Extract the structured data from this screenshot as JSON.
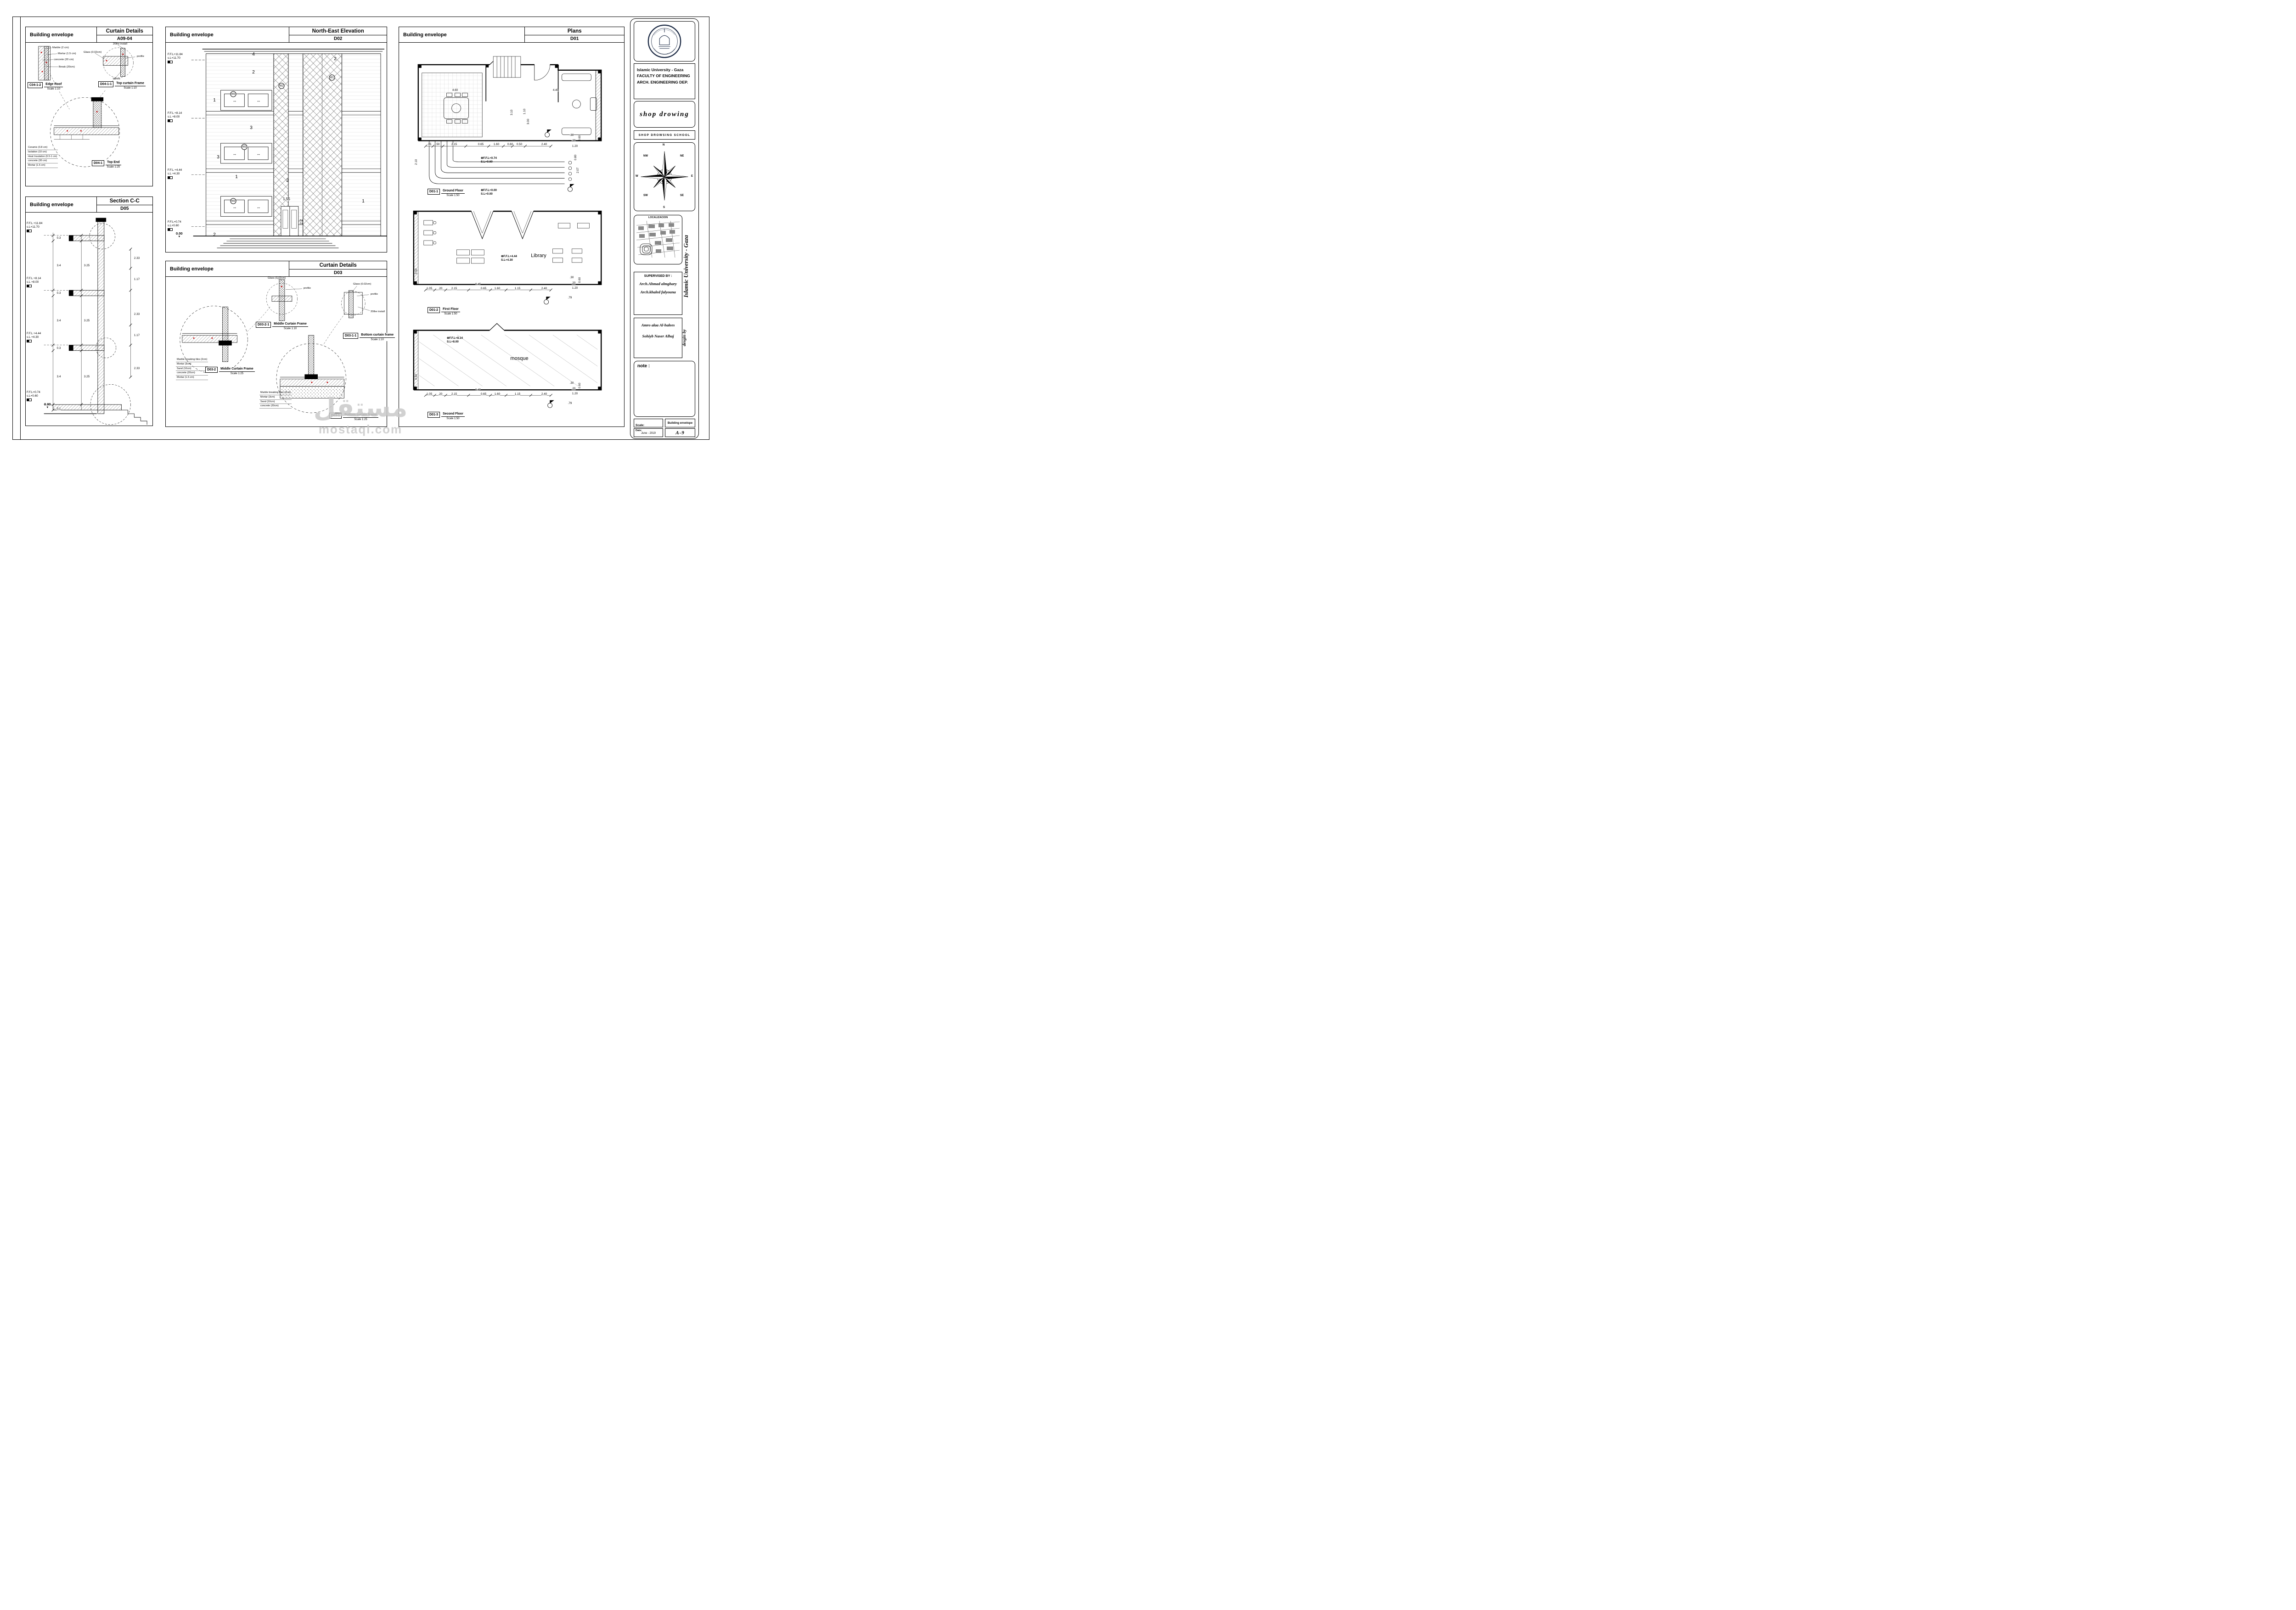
{
  "colors": {
    "line": "#000000",
    "accent_red": "#c00000",
    "watermark_gray": "#c9c9c9"
  },
  "icons": {
    "window_arrow": "↔",
    "datum_triangle": "▼",
    "benchmark": "⊕"
  },
  "watermark": {
    "arabic": "مستقل",
    "latin": "mostaql.com"
  },
  "common": {
    "envelope": "Building envelope"
  },
  "curtain_a09": {
    "title": "Curtain Details",
    "code": "A09-04",
    "callouts": {
      "marble": "Marble (2 cm)",
      "mortar": "Mortar (1.5 cm)",
      "concrete": "concrete  (20 cm)",
      "break": "Break (20cm)",
      "install": "20the install",
      "profile": "profile",
      "glass": "Glass (0.02cm)",
      "lathes": "lathes"
    },
    "tags": {
      "edge_roof": {
        "code": "C04-1-2",
        "name": "Edge Roof",
        "scale": "Scale 1:10"
      },
      "top_frame": {
        "code": "D04-1-1",
        "name": "Top curtain Frame",
        "scale": "Scale 1:10"
      },
      "top_end": {
        "code": "D04-1",
        "name": "Top End",
        "scale": "Scale 1:25"
      }
    },
    "materials": [
      "Ceramic (0.8 cm)",
      "Isolation (10 cm)",
      "Heat Insulation (0.5-1 cm)",
      "concrete (30 cm)",
      "Mortar (1.5 cm)"
    ]
  },
  "section_d05": {
    "title": "Section C-C",
    "code": "D05",
    "levels": [
      {
        "ffl": "F.F.L +11.84",
        "sl": "s.L+11.70"
      },
      {
        "ffl": "F.F.L +8.14",
        "sl": "s.L +8.00"
      },
      {
        "ffl": "F.F.L +4.44",
        "sl": "s.L +4.30"
      },
      {
        "ffl": "F.F.L+0.74",
        "sl": "s.L+0.60"
      }
    ],
    "zero": "0.00",
    "dims_left": [
      "0.3",
      "3.4",
      "0.3",
      "3.4",
      "0.3",
      "3.4",
      "0.1"
    ],
    "dims_mid": [
      "3.25",
      "3.25",
      "3.25"
    ],
    "dims_right": [
      "2.33",
      "1.17",
      "2.33",
      "1.17",
      "2.33"
    ]
  },
  "elevation_d02": {
    "title": "North-East Elevation",
    "code": "D02",
    "levels": [
      {
        "ffl": "F.F.L+11.84",
        "sl": "s.L+11.70"
      },
      {
        "ffl": "F.F.L +8.14",
        "sl": "s.L +8.00"
      },
      {
        "ffl": "F.F.L +4.44",
        "sl": "s.L +4.30"
      },
      {
        "ffl": "F.F.L+0.74",
        "sl": "s.L+0.60"
      }
    ],
    "zero": "0.00",
    "marks": [
      "4",
      "2",
      "2",
      "1",
      "3",
      "3",
      "3",
      "1",
      "1",
      "2"
    ],
    "windows": [
      "W1",
      "W2",
      "W3",
      "W3",
      "W3"
    ],
    "door_width": "1,55",
    "door_height": "2.2"
  },
  "curtain_d03": {
    "title": "Curtain Details",
    "code": "D03",
    "callouts": {
      "glass_mid": "Glass (0.02cm)",
      "profile_mid": "profile",
      "glass_bot": "Glass (0.02cm)",
      "profile_bot": "profile",
      "install_bot": "20the install"
    },
    "tags": {
      "mid_frame_10": {
        "code": "D03-2-1",
        "name": "Middle Curtain Frame",
        "scale": "Scale 1:10"
      },
      "mid_frame_25": {
        "code": "D03-2",
        "name": "Middle Curtain Frame",
        "scale": "Scale 1:25"
      },
      "bot_frame_10": {
        "code": "D03-1-1",
        "name": "Bottom curtain frame",
        "scale": "Scale 1:10"
      },
      "bot_frame_25": {
        "code": "D03-1",
        "name": "Bottom curtain frame",
        "scale": "Scale 1:25"
      }
    },
    "materials_mid": [
      "Marble breaking tiles (2cm)",
      "Mortar (3cm)",
      "Sand (10cm)",
      "concrete (20cm)",
      "Mortar (1.5 cm)"
    ],
    "materials_bot": [
      "Marble breaking tiles (2cm)",
      "Mortar (3cm)",
      "Sand (10cm)",
      "concrete (20cm)"
    ]
  },
  "plans_d01": {
    "title": "Plans",
    "code": "D01",
    "ground": {
      "tag": {
        "code": "D01-1",
        "name": "Ground Floor",
        "scale": "Scale 1:50"
      },
      "level_a": {
        "ffl": "F.F.L+0.74",
        "sl": "S.L+0.60"
      },
      "level_b": {
        "ffl": "F.F.L+0.00",
        "sl": "S.L+0.00"
      },
      "dims_top": [
        "4.60",
        "4.40"
      ],
      "dims_vertical": [
        "2.10",
        "3.10",
        "1.10",
        "3.00"
      ],
      "dims_bottom": [
        ".05",
        ".50",
        "2.15",
        "0.65",
        "1.60",
        "0.60",
        "0.50",
        "2.40"
      ],
      "dims_right": [
        ".30",
        ".20",
        "0.60",
        "1.20",
        "0.80",
        "2.07"
      ]
    },
    "first": {
      "tag": {
        "code": "D01-2",
        "name": "First Floor",
        "scale": "Scale 1:50"
      },
      "room": "Library",
      "level": {
        "ffl": "F.F.L+4.44",
        "sl": "S.L+4.30"
      },
      "dims_bottom": [
        "1.05",
        ".20",
        "2.15",
        "0.45",
        "0.65",
        "1.60",
        "1.15",
        "2.40"
      ],
      "dims_left": [
        "0.50"
      ],
      "dims_right": [
        ".30",
        ".20",
        "0.60",
        "1.20",
        ".79"
      ]
    },
    "second": {
      "tag": {
        "code": "D01-3",
        "name": "Second Floor",
        "scale": "Scale 1:50"
      },
      "room": "mosque",
      "level": {
        "ffl": "F.F.L+8.14",
        "sl": "S.L+8.00"
      },
      "dims_bottom": [
        "1.05",
        ".20",
        "2.15",
        "0.45",
        "0.65",
        "1.60",
        "1.15",
        "2.40"
      ],
      "dims_left": [
        "0.50"
      ],
      "dims_right": [
        ".30",
        ".20",
        "0.60",
        "1.20",
        ".79"
      ]
    }
  },
  "titleblock": {
    "university": "Islamic University - Gaza",
    "faculty": "FACULTY OF ENGINEERING",
    "department": "ARCH. ENGINEERING DEP.",
    "shop_drawing": "shop drowing",
    "school": "SHOP DROWSING SCHOOL",
    "localization": "LOCALIZACION",
    "vertical_title": "Islamic University - Gaza",
    "supervised_by": "SUPERVISED BY :",
    "supervisor_1": "Arch.Ahmad almghary",
    "supervisor_2": "Arch.khaled falyouna",
    "designer_1": "Amro alaa Al-halees",
    "designer_2": "Sohiyb Naser Alhaj",
    "design_by": "desgin by",
    "note": "note :",
    "scale_label": "Scale:",
    "scale_value": "Building envelope",
    "date_label": "Date:",
    "date_value": "June - 2019",
    "sheet_no": "A-9",
    "compass": {
      "n": "N",
      "ne": "NE",
      "e": "E",
      "se": "SE",
      "s": "S",
      "sw": "SW",
      "w": "W",
      "nw": "NW"
    }
  }
}
